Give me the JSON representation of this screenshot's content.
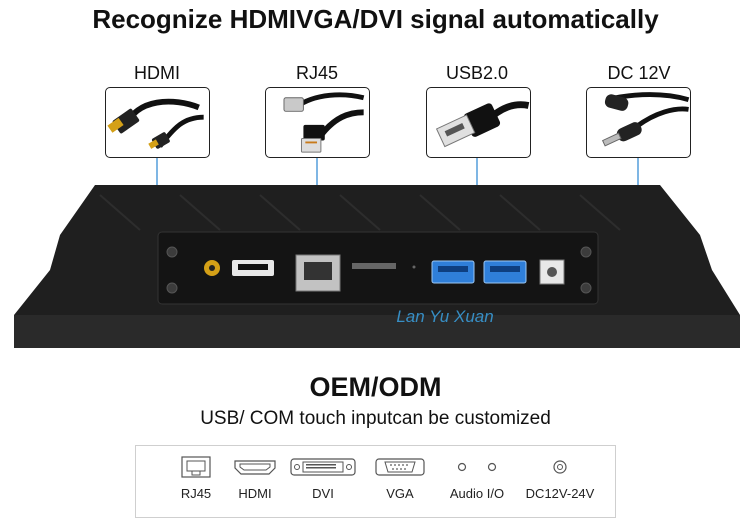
{
  "headline": "Recognize HDMIVGA/DVI signal automatically",
  "connectors": [
    {
      "label": "HDMI",
      "icon": "hdmi-cable-icon"
    },
    {
      "label": "RJ45",
      "icon": "rj45-cable-icon"
    },
    {
      "label": "USB2.0",
      "icon": "usb-cable-icon"
    },
    {
      "label": "DC 12V",
      "icon": "dc-power-cable-icon"
    }
  ],
  "watermark": "Lan Yu Xuan",
  "oem": {
    "title": "OEM/ODM",
    "subtitle": "USB/ COM touch inputcan be customized"
  },
  "port_options": [
    {
      "label": "RJ45",
      "icon": "rj45-port-icon"
    },
    {
      "label": "HDMI",
      "icon": "hdmi-port-icon"
    },
    {
      "label": "DVI",
      "icon": "dvi-port-icon"
    },
    {
      "label": "VGA",
      "icon": "vga-port-icon"
    },
    {
      "label": "Audio I/O",
      "icon": "audio-jack-icon"
    },
    {
      "label": "DC12V-24V",
      "icon": "dc-jack-icon"
    }
  ],
  "colors": {
    "connector_line": "#3a8fd6",
    "usb_port": "#2f7fd9",
    "device_body": "#1c1c1c",
    "watermark": "#3aa0e0"
  }
}
